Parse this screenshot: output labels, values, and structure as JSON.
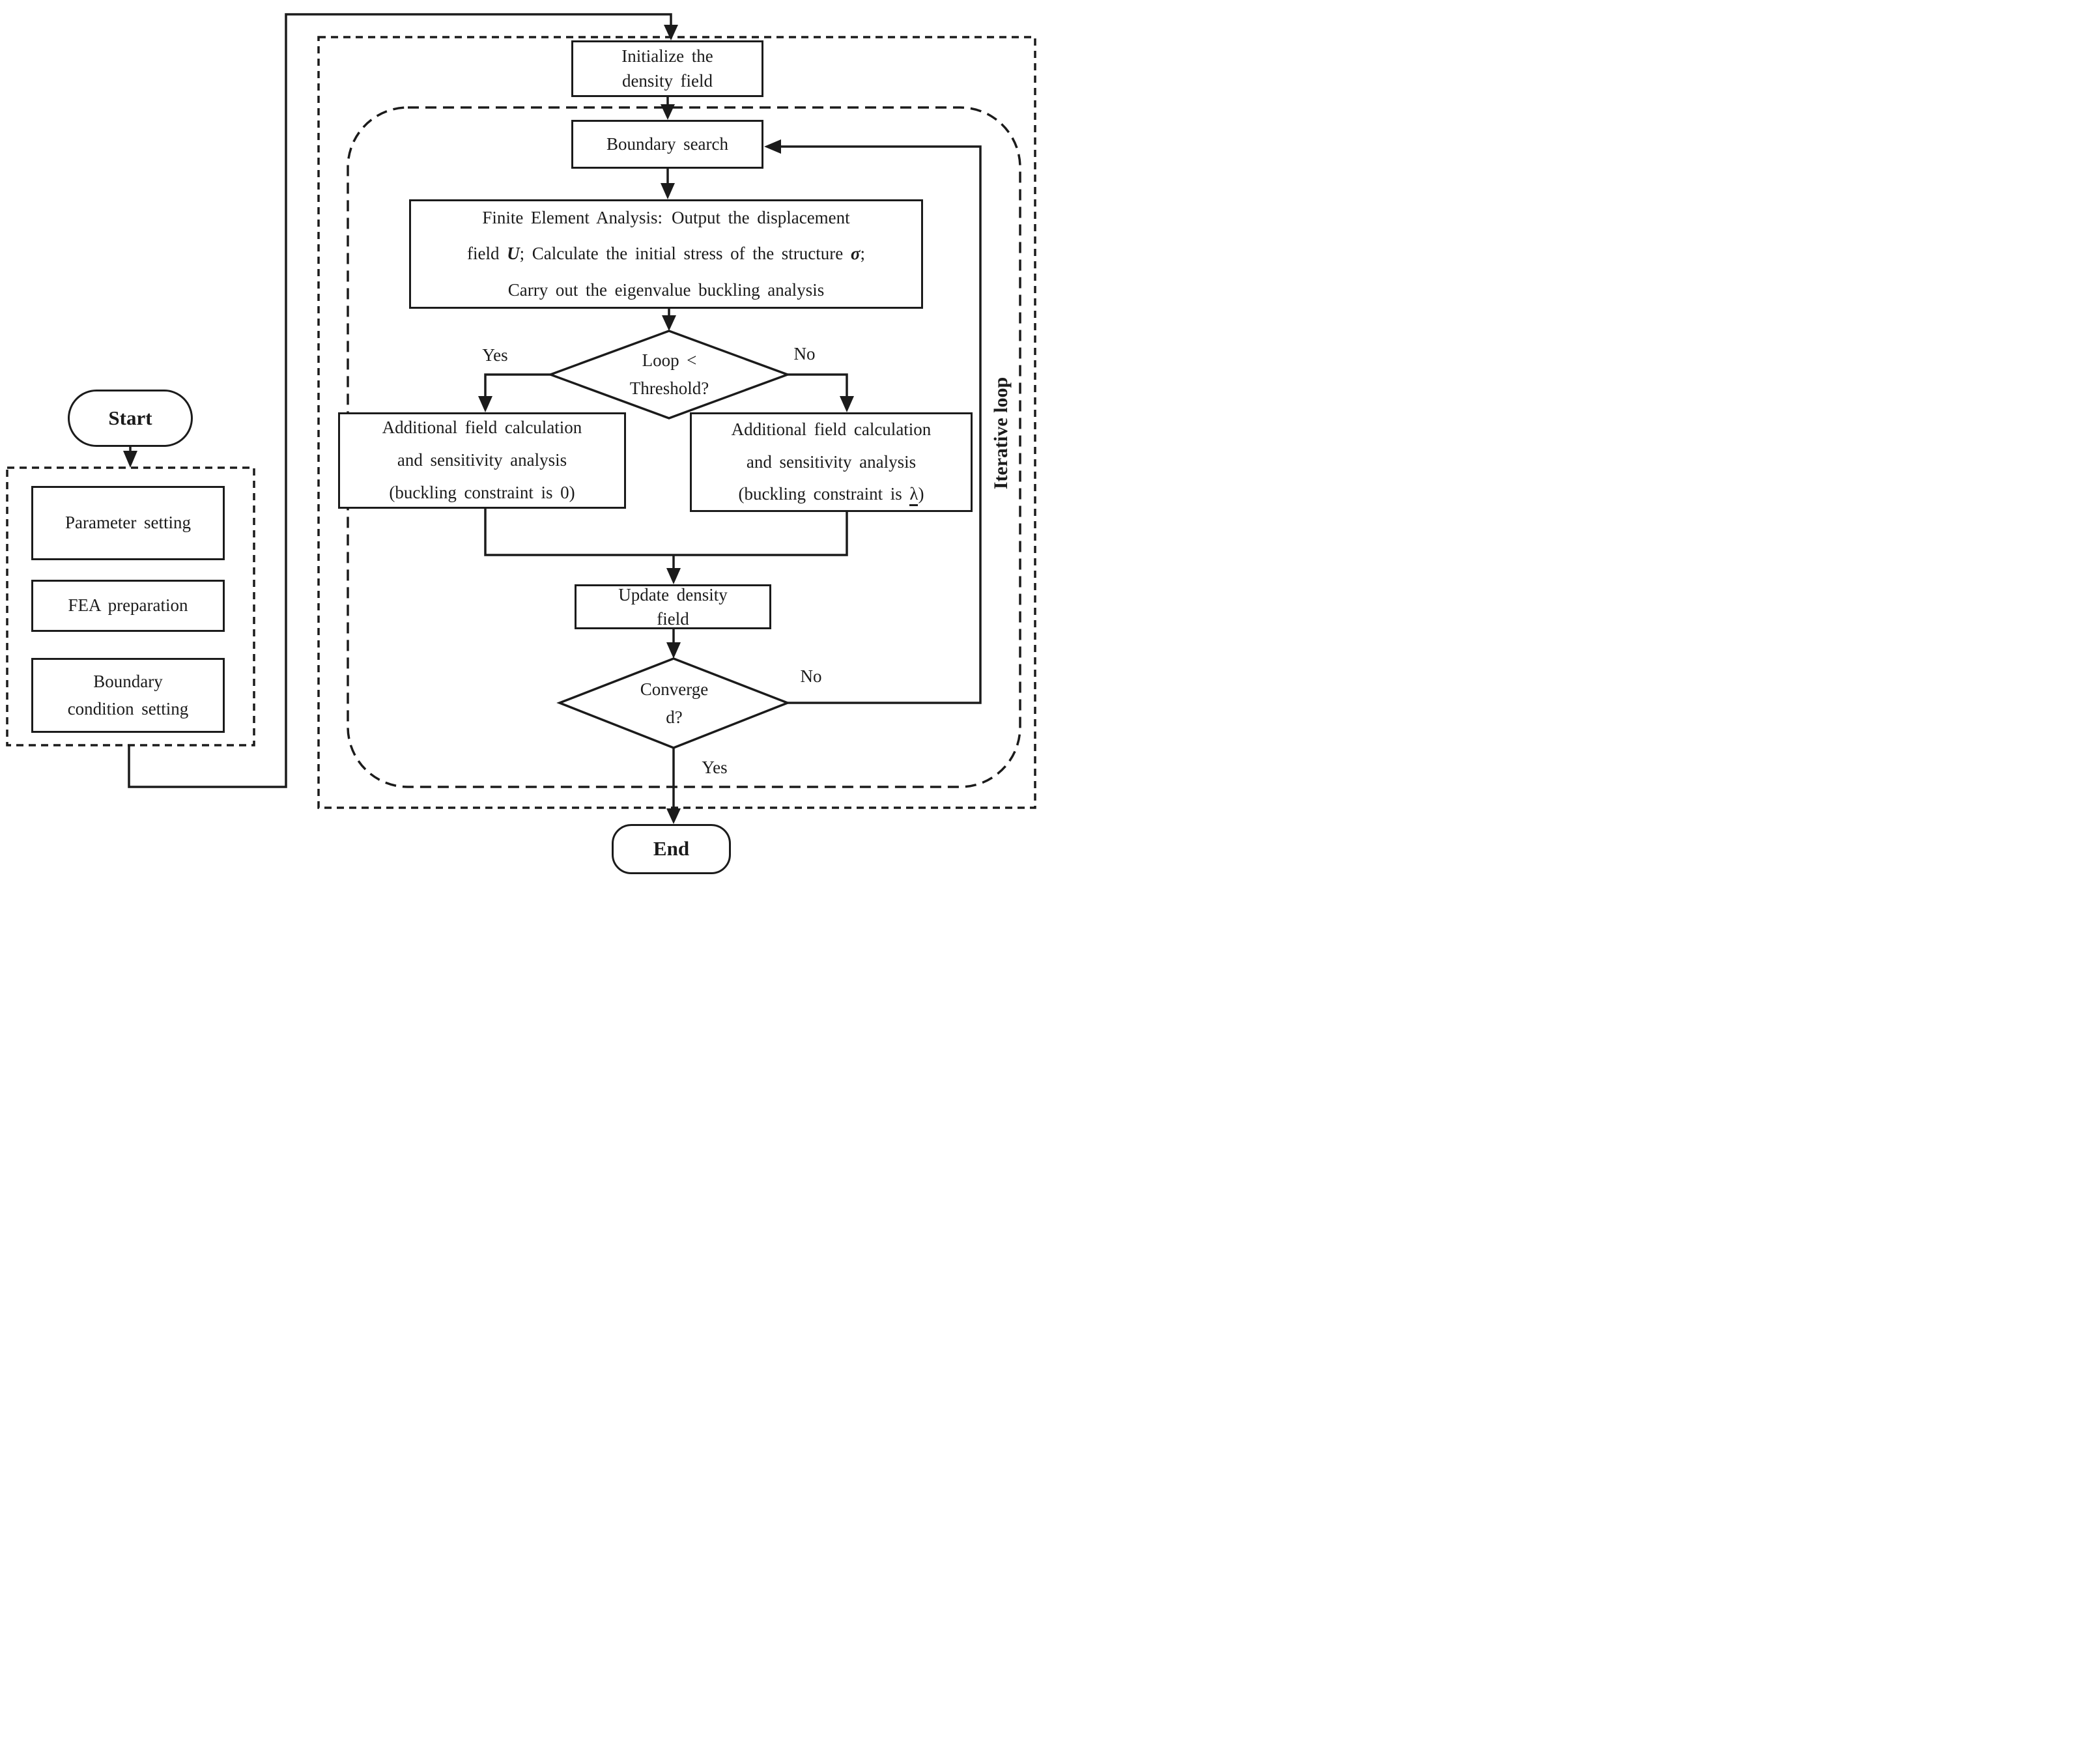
{
  "colors": {
    "ink": "#1b1b1b",
    "background": "#ffffff"
  },
  "nodes": {
    "start": {
      "label": "Start"
    },
    "end": {
      "label": "End"
    },
    "left_group": {
      "parameter_setting": "Parameter setting",
      "fea_preparation": "FEA preparation",
      "boundary_condition_line1": "Boundary",
      "boundary_condition_line2": "condition setting"
    },
    "initialize": {
      "line1": "Initialize the",
      "line2": "density field"
    },
    "boundary_search": {
      "label": "Boundary search"
    },
    "fea": {
      "line1a": "Finite Element Analysis:",
      "line1b": "Output the displacement",
      "line2_pre": "field ",
      "line2_u": "U",
      "line2_mid": "; Calculate the initial stress of the structure ",
      "line2_sigma": "σ",
      "line2_end": ";",
      "line3": "Carry out the eigenvalue buckling analysis"
    },
    "loop_decision": {
      "line1": "Loop <",
      "line2": "Threshold?"
    },
    "branch_yes": {
      "line1": "Additional field calculation",
      "line2": "and sensitivity analysis",
      "line3": "(buckling constraint is 0)"
    },
    "branch_no": {
      "line1": "Additional field calculation",
      "line2": "and sensitivity analysis",
      "line3_pre": "(buckling constraint is ",
      "line3_lambda": "λ",
      "line3_end": ")"
    },
    "update": {
      "line1": "Update density",
      "line2": "field"
    },
    "converged": {
      "line1": "Converge",
      "line2": "d?"
    }
  },
  "labels": {
    "yes_branch": "Yes",
    "no_branch": "No",
    "no_feedback": "No",
    "yes_end": "Yes",
    "iterative_loop": "Iterative loop"
  }
}
